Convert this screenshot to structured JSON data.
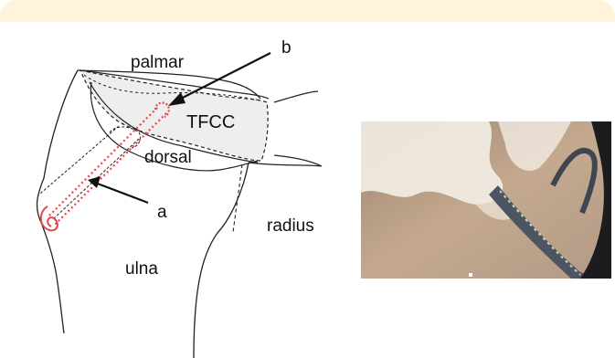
{
  "diagram": {
    "labels": {
      "palmar": "palmar",
      "b": "b",
      "tfcc": "TFCC",
      "dorsal": "dorsal",
      "a": "a",
      "radius": "radius",
      "ulna": "ulna"
    },
    "colors": {
      "frame_background": "#fff3dc",
      "outline": "#222222",
      "suture": "#e8454f",
      "tfcc_fill": "#eeeeee"
    }
  },
  "photo": {
    "kind": "arthroscopic image",
    "colors": {
      "background": "#bfa48c",
      "fibers": "#f3efe6",
      "instrument": "#4c5560",
      "instrument_stripe": "#c7d3c8",
      "scope_edge": "#1c1c1e"
    }
  }
}
